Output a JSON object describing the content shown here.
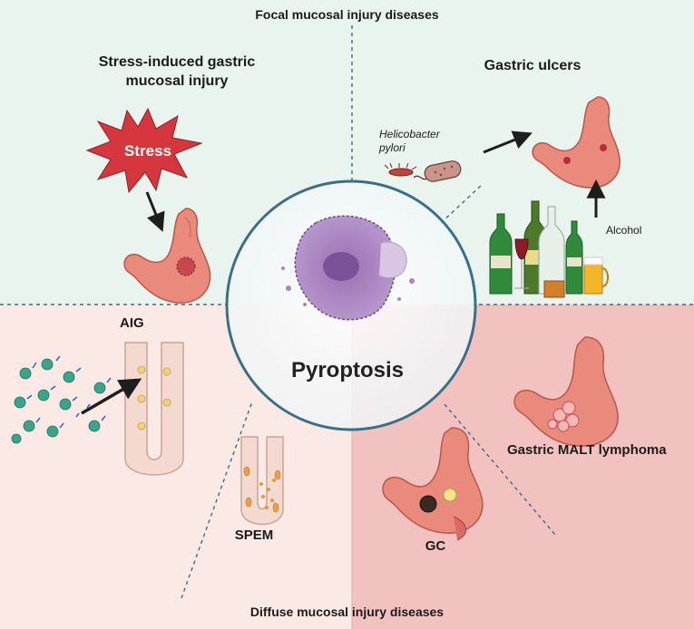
{
  "diagram": {
    "top_title": "Focal mucosal injury diseases",
    "bottom_title": "Diffuse mucosal injury diseases",
    "center_label": "Pyroptosis",
    "quadrants": {
      "top_left": {
        "label": "Stress-induced gastric mucosal injury",
        "starburst_text": "Stress"
      },
      "top_right": {
        "label": "Gastric ulcers",
        "pathogen_label": "Helicobacter pylori",
        "trigger_label": "Alcohol"
      },
      "bottom_left": {
        "label": "AIG",
        "sub_label": "SPEM"
      },
      "bottom_right": {
        "label": "Gastric MALT lymphoma",
        "sub_label": "GC"
      }
    }
  },
  "colors": {
    "top_background": "#e9f4ef",
    "bottom_left_background": "#fbe9e6",
    "bottom_right_background": "#f1c2c0",
    "circle_border": "#3b6f86",
    "divider": "#3f6b82",
    "stress_star": "#d6373e",
    "stomach": "#e98a7c",
    "cell": "#a882bd"
  }
}
